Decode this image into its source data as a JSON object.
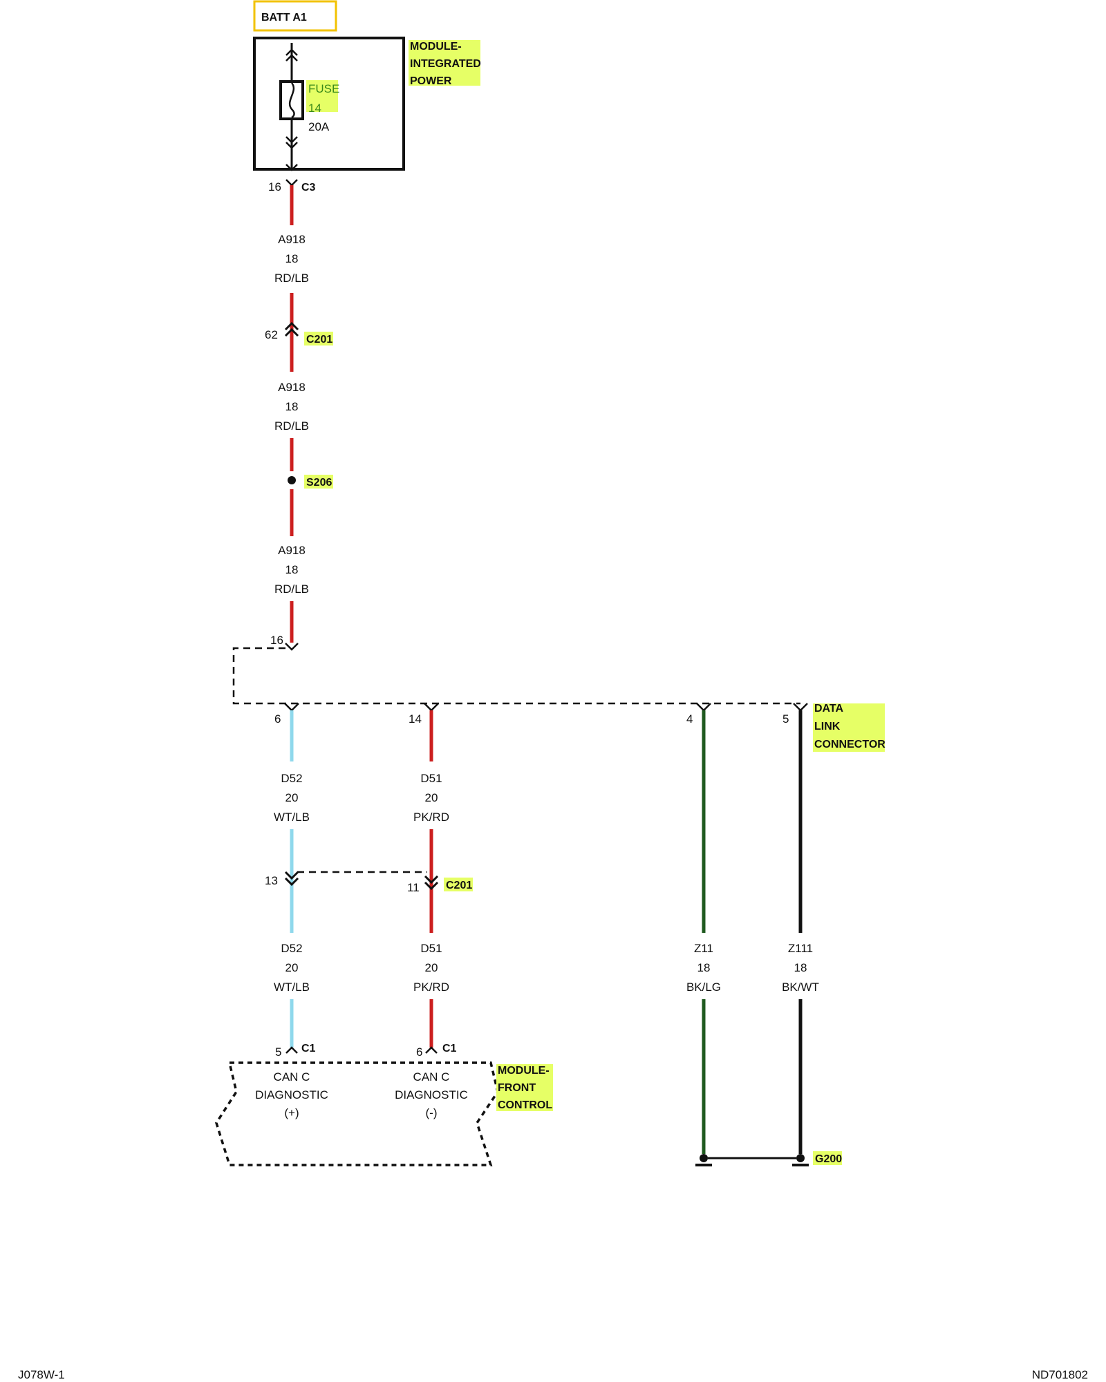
{
  "source": {
    "label": "BATT A1",
    "colors": {
      "box_border": "#f2c200"
    }
  },
  "integrated_power_module": {
    "name_lines": [
      "MODULE-",
      "INTEGRATED",
      "POWER"
    ],
    "fuse_lines": [
      "FUSE",
      "14"
    ],
    "fuse_rating": "20A",
    "connector_pin": "16",
    "connector": "C3"
  },
  "power_wire": {
    "segments": [
      {
        "circuit": "A918",
        "gauge": "18",
        "color": "RD/LB"
      },
      {
        "circuit": "A918",
        "gauge": "18",
        "color": "RD/LB"
      },
      {
        "circuit": "A918",
        "gauge": "18",
        "color": "RD/LB"
      }
    ],
    "inline_connector": {
      "pin": "62",
      "name": "C201"
    },
    "splice": "S206",
    "dlc_pin": "16"
  },
  "data_link_connector": {
    "name_lines": [
      "DATA",
      "LINK",
      "CONNECTOR"
    ],
    "pins": [
      "6",
      "14",
      "4",
      "5"
    ]
  },
  "can_wires": {
    "upper": [
      {
        "circuit": "D52",
        "gauge": "20",
        "color": "WT/LB"
      },
      {
        "circuit": "D51",
        "gauge": "20",
        "color": "PK/RD"
      }
    ],
    "inline_connector": {
      "pin_left": "13",
      "pin_right": "11",
      "name": "C201"
    },
    "lower": [
      {
        "circuit": "D52",
        "gauge": "20",
        "color": "WT/LB"
      },
      {
        "circuit": "D51",
        "gauge": "20",
        "color": "PK/RD"
      }
    ]
  },
  "ground_wires": [
    {
      "circuit": "Z11",
      "gauge": "18",
      "color": "BK/LG"
    },
    {
      "circuit": "Z111",
      "gauge": "18",
      "color": "BK/WT"
    }
  ],
  "ground": "G200",
  "front_control_module": {
    "name_lines": [
      "MODULE-",
      "FRONT",
      "CONTROL"
    ],
    "pins": [
      {
        "pin": "5",
        "connector": "C1",
        "label_lines": [
          "CAN C",
          "DIAGNOSTIC",
          "(+)"
        ]
      },
      {
        "pin": "6",
        "connector": "C1",
        "label_lines": [
          "CAN C",
          "DIAGNOSTIC",
          "(-)"
        ]
      }
    ]
  },
  "footer": {
    "left": "J078W-1",
    "right": "ND701802"
  },
  "colors": {
    "red_wire": "#cc1f1f",
    "light_blue_wire": "#8fd8ec",
    "green_wire": "#1f5a1f",
    "black_wire": "#111111",
    "label_highlight": "#e6ff66"
  }
}
